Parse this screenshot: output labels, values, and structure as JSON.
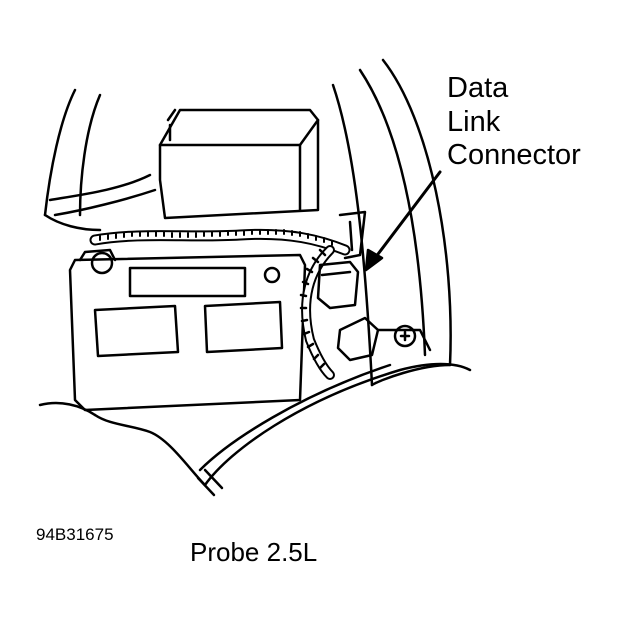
{
  "callout": {
    "line1": "Data",
    "line2": "Link",
    "line3": "Connector"
  },
  "figure_id": "94B31675",
  "caption": "Probe 2.5L",
  "colors": {
    "ink": "#000000",
    "paper": "#ffffff"
  }
}
